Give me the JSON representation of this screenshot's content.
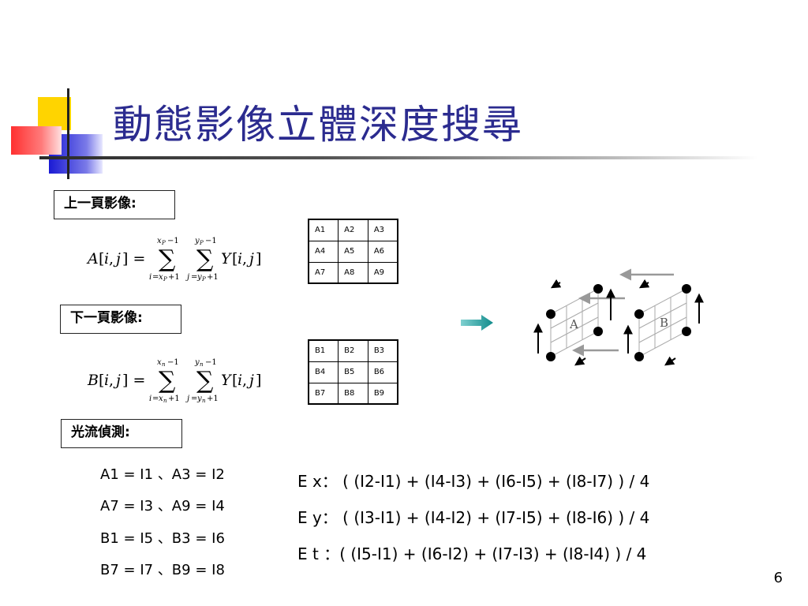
{
  "title": "動態影像立體深度搜尋",
  "labels": {
    "prev_image": "上一頁影像:",
    "next_image": "下一頁影像:",
    "optical_flow": "光流偵測:"
  },
  "grid_a": [
    [
      "A1",
      "A2",
      "A3"
    ],
    [
      "A4",
      "A5",
      "A6"
    ],
    [
      "A7",
      "A8",
      "A9"
    ]
  ],
  "grid_b": [
    [
      "B1",
      "B2",
      "B3"
    ],
    [
      "B4",
      "B5",
      "B6"
    ],
    [
      "B7",
      "B8",
      "B9"
    ]
  ],
  "assignments": [
    "A1 = I1 、A3 = I2",
    "A7 = I3 、A9 = I4",
    "B1 = I5 、B3 = I6",
    "B7 = I7 、B9 = I8"
  ],
  "flow_equations": [
    "E x： ( (I2-I1) + (I4-I3) + (I6-I5) + (I8-I7) ) / 4",
    "E y： ( (I3-I1) + (I4-I2) + (I7-I5) + (I8-I6) ) / 4",
    "E t ：( (I5-I1) + (I6-I2) + (I7-I3) + (I8-I4) ) / 4"
  ],
  "diagram": {
    "label_a": "A",
    "label_b": "B"
  },
  "page_number": "6",
  "colors": {
    "title": "#2b2b8f",
    "arrow": "#1a9a9a"
  }
}
